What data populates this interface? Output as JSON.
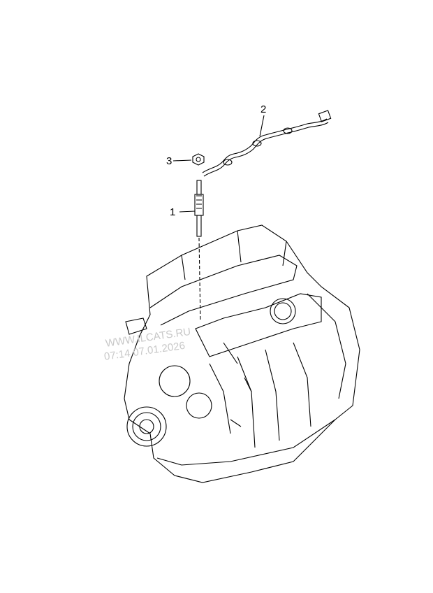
{
  "diagram": {
    "callouts": [
      {
        "number": "1",
        "part": "glow-plug"
      },
      {
        "number": "2",
        "part": "glow-plug-wiring-harness"
      },
      {
        "number": "3",
        "part": "nut"
      }
    ],
    "watermark": {
      "line1": "WWW.ILCATS.RU",
      "line2": "07:14 07.01.2026"
    }
  }
}
